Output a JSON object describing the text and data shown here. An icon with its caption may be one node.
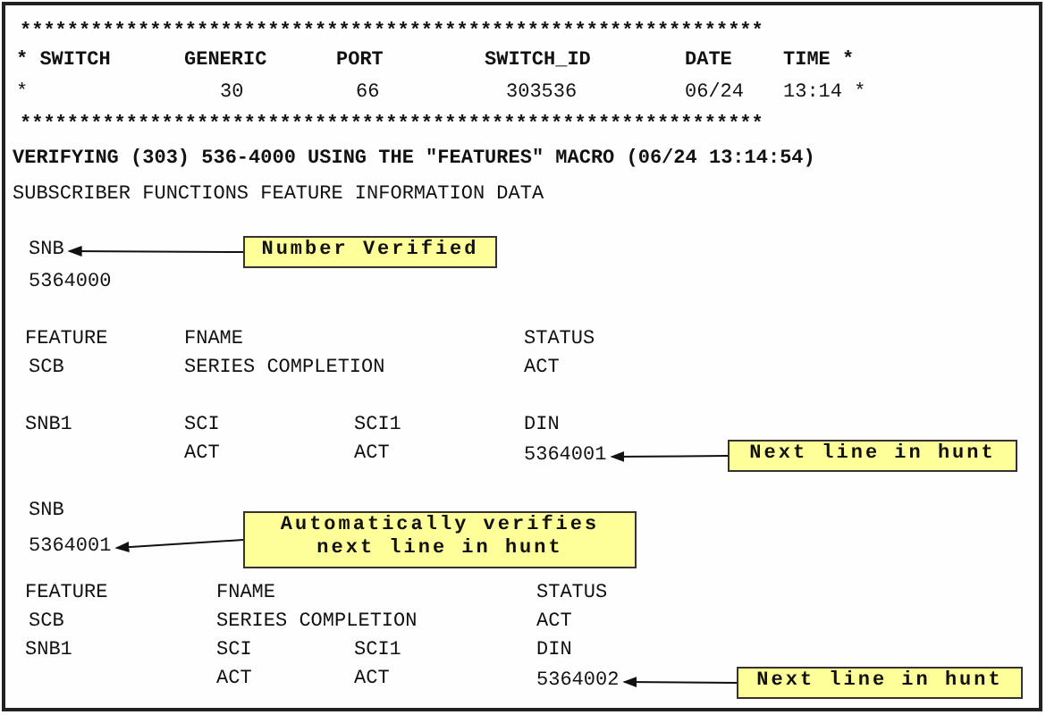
{
  "diagram": {
    "nodes": [
      {
        "text": [
          "SNB"
        ]
      },
      {
        "text": [
          "Number Verified"
        ]
      },
      {
        "text": [
          "5364001"
        ]
      },
      {
        "text": [
          "Next line in hunt"
        ]
      },
      {
        "text": [
          "5364001"
        ]
      },
      {
        "text": [
          "Automatically verifies next line in hunt"
        ]
      },
      {
        "text": [
          "5364002"
        ]
      },
      {
        "text": [
          "Next line in hunt"
        ]
      }
    ],
    "edges": [
      {
        "from": 1,
        "to": 0,
        "arrow": "to"
      },
      {
        "from": 3,
        "to": 2,
        "arrow": "to"
      },
      {
        "from": 5,
        "to": 4,
        "arrow": "to"
      },
      {
        "from": 7,
        "to": 6,
        "arrow": "to"
      }
    ],
    "labels": [
      "***************************************************************",
      "* SWITCH",
      "GENERIC",
      "PORT",
      "SWITCH_ID",
      "DATE",
      "TIME *",
      "*",
      "30",
      "66",
      "303536",
      "06/24",
      "13:14 *",
      "***************************************************************",
      "VERIFYING (303) 536-4000 USING THE \"FEATURES\" MACRO (06/24 13:14:54)",
      "SUBSCRIBER FUNCTIONS FEATURE INFORMATION DATA",
      "5364000",
      "FEATURE",
      "FNAME",
      "STATUS",
      "SCB",
      "SERIES COMPLETION",
      "ACT",
      "SNB1",
      "SCI",
      "SCI1",
      "DIN",
      "ACT",
      "ACT",
      "SNB",
      "FEATURE",
      "FNAME",
      "STATUS",
      "SCB",
      "SERIES COMPLETION",
      "ACT",
      "SNB1",
      "SCI",
      "SCI1",
      "DIN",
      "ACT",
      "ACT"
    ]
  }
}
